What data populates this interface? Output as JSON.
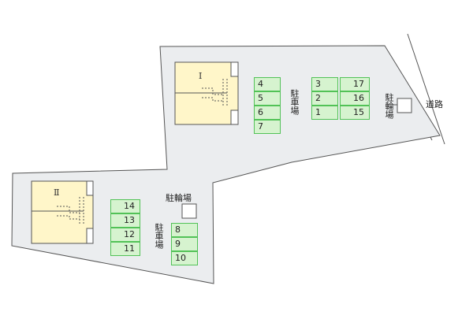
{
  "map": {
    "colors": {
      "site_fill": "#ebedef",
      "site_stroke": "#555555",
      "building_fill": "#fff6c9",
      "parking_fill": "#d6f3cf",
      "parking_stroke": "#52c257"
    },
    "road_label": "道路",
    "buildings": [
      {
        "id": "building-1",
        "label": "Ⅰ"
      },
      {
        "id": "building-2",
        "label": "Ⅱ"
      }
    ],
    "parking_label": "駐車場",
    "bicycle_label": "駐輪場",
    "parking_spaces": [
      "1",
      "2",
      "3",
      "4",
      "5",
      "6",
      "7",
      "8",
      "9",
      "10",
      "11",
      "12",
      "13",
      "14",
      "15",
      "16",
      "17"
    ]
  }
}
